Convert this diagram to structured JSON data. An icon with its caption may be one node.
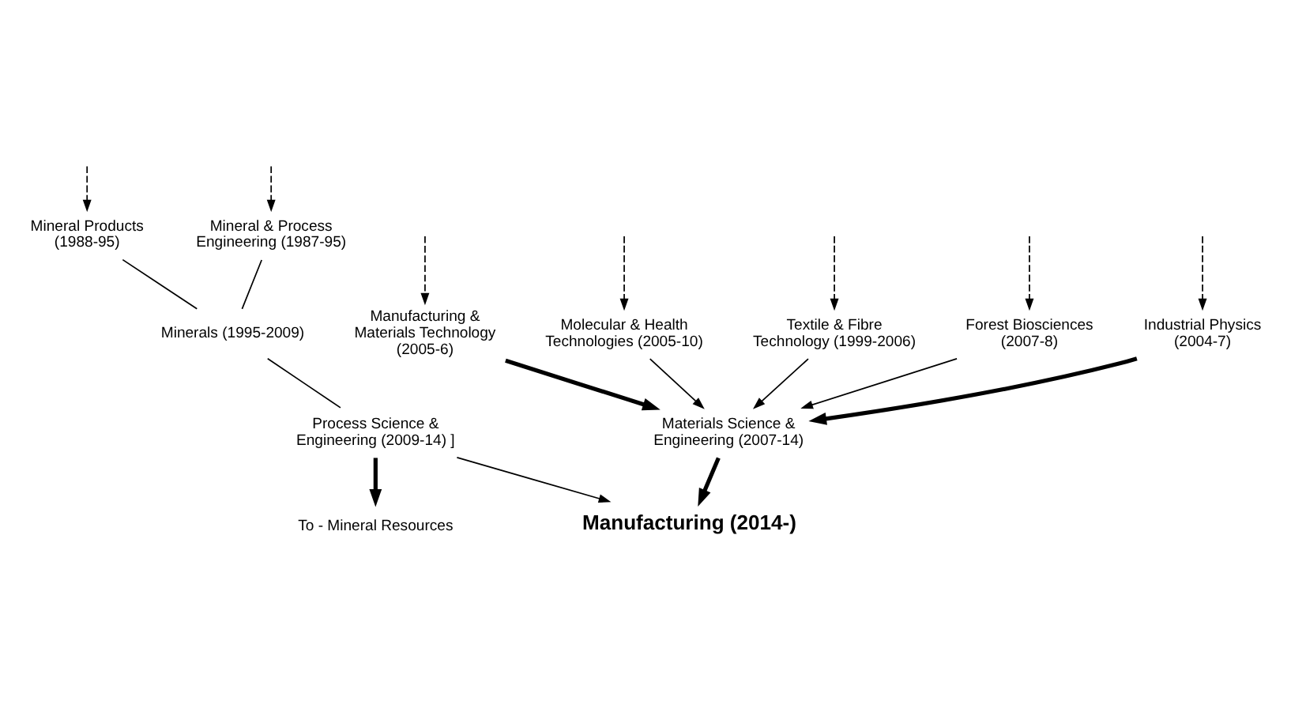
{
  "diagram": {
    "nodes": [
      {
        "text": [
          "Industrial Physics (2004-7)"
        ]
      },
      {
        "text": [
          "Manufacturing & Materials Technology (2005-6)"
        ]
      },
      {
        "text": [
          "Molecular & Health Technologies (2005-10)"
        ]
      },
      {
        "text": [
          "Textile & Fibre Technology (1999-2006)"
        ]
      },
      {
        "text": [
          "Forest Biosciences (2007-8)"
        ]
      },
      {
        "text": [
          "Mineral Products (1988-95)"
        ]
      },
      {
        "text": [
          "Mineral & Process Engineering (1987-95)"
        ]
      },
      {
        "text": [
          "Minerals (1995-2009)"
        ]
      },
      {
        "text": [
          "Materials Science & Engineering (2007-14)"
        ]
      },
      {
        "text": [
          "Process Science & Engineering (2009-14) ]"
        ]
      },
      {
        "text": [
          "Manufacturing (2014-)"
        ]
      },
      {
        "text": [
          "To - Mineral Resources"
        ]
      }
    ],
    "edges": [
      {
        "from": null,
        "to": 0,
        "arrow": "to",
        "style": "dashed"
      },
      {
        "from": null,
        "to": 1,
        "arrow": "to",
        "style": "dashed"
      },
      {
        "from": null,
        "to": 2,
        "arrow": "to",
        "style": "dashed"
      },
      {
        "from": null,
        "to": 3,
        "arrow": "to",
        "style": "dashed"
      },
      {
        "from": null,
        "to": 4,
        "arrow": "to",
        "style": "dashed"
      },
      {
        "from": null,
        "to": 5,
        "arrow": "to",
        "style": "dashed"
      },
      {
        "from": null,
        "to": 6,
        "arrow": "to",
        "style": "dashed"
      },
      {
        "from": 0,
        "to": 8,
        "arrow": "to",
        "style": "thick"
      },
      {
        "from": 1,
        "to": 8,
        "arrow": "to",
        "style": "thick"
      },
      {
        "from": 2,
        "to": 8,
        "arrow": "to"
      },
      {
        "from": 3,
        "to": 8,
        "arrow": "to"
      },
      {
        "from": 4,
        "to": 8,
        "arrow": "to"
      },
      {
        "from": 5,
        "to": 7,
        "arrow": "none"
      },
      {
        "from": 6,
        "to": 7,
        "arrow": "none"
      },
      {
        "from": 7,
        "to": 9,
        "arrow": "none"
      },
      {
        "from": 8,
        "to": 10,
        "arrow": "to",
        "style": "thick"
      },
      {
        "from": 9,
        "to": 10,
        "arrow": "to"
      },
      {
        "from": 9,
        "to": 11,
        "arrow": "to",
        "style": "thick"
      }
    ]
  }
}
